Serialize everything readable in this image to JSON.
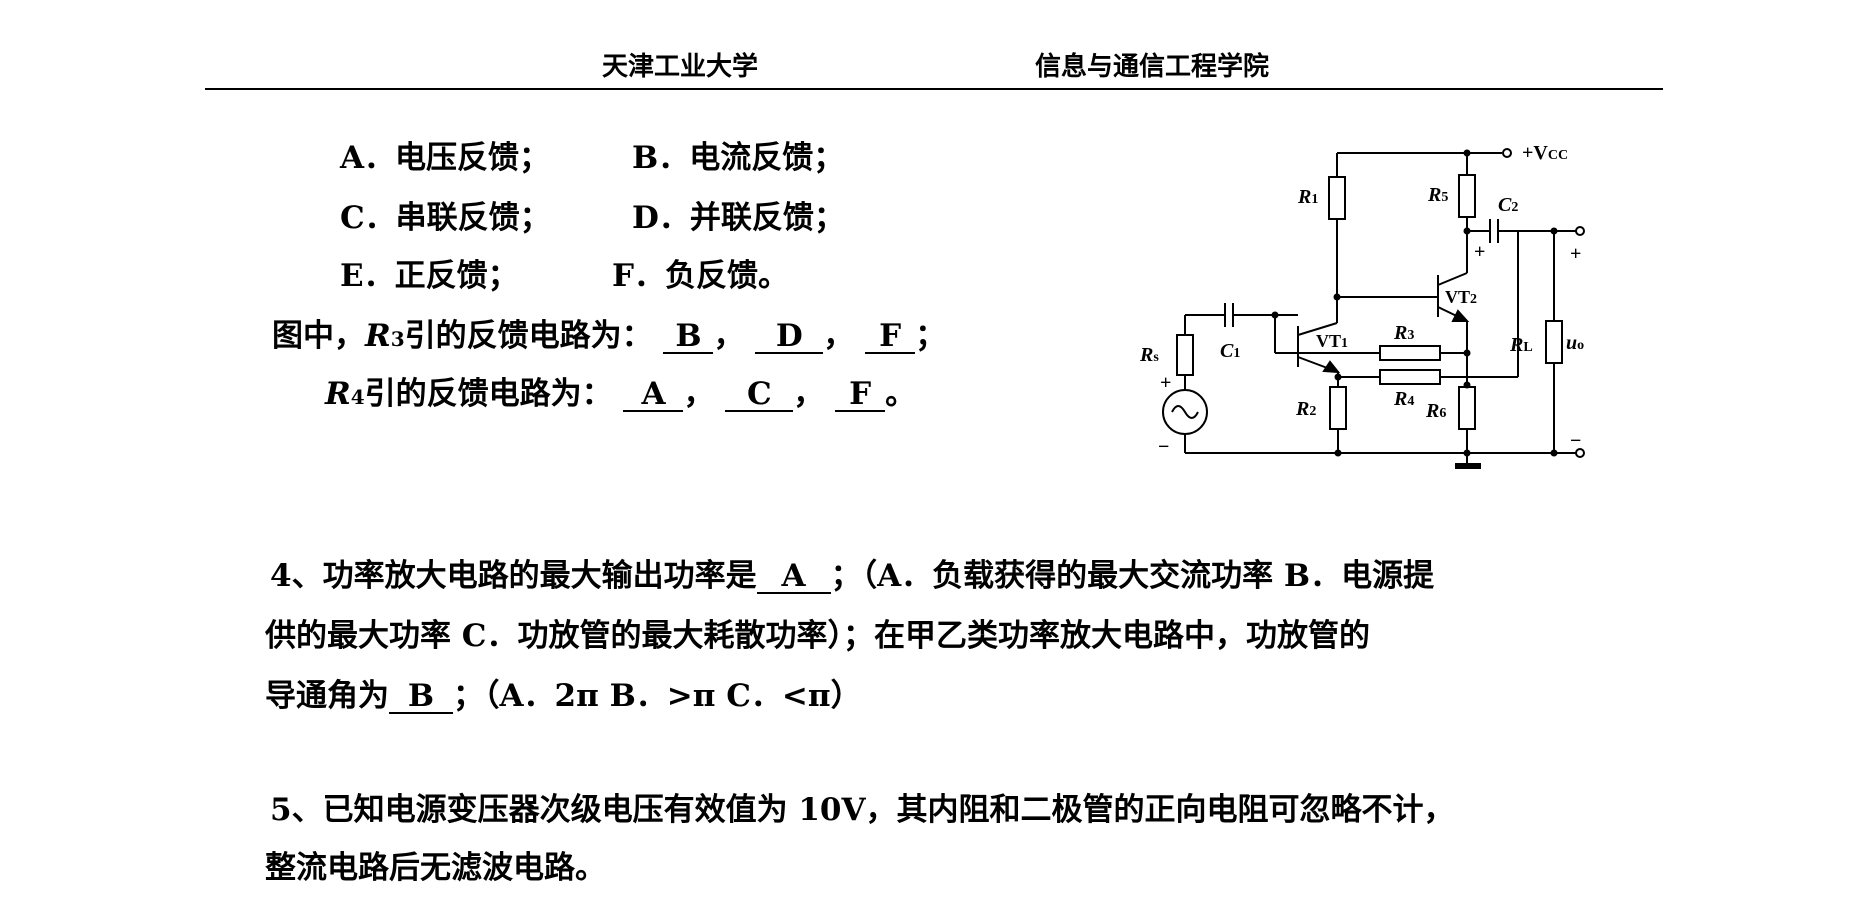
{
  "header": {
    "left": "天津工业大学",
    "right": "信息与通信工程学院"
  },
  "q3": {
    "options": [
      {
        "a": "A．电压反馈；",
        "b": "B．电流反馈；"
      },
      {
        "a": "C．串联反馈；",
        "b": "D．并联反馈；"
      },
      {
        "a": "E．正反馈；",
        "b": "F．负反馈。"
      }
    ],
    "r3_prefix": "图中，",
    "r3_var": "R",
    "r3_sub": "3",
    "r3_text": "引的反馈电路为：",
    "r3_answers": [
      "B",
      "D",
      "F"
    ],
    "r4_var": "R",
    "r4_sub": "4",
    "r4_text": "引的反馈电路为：",
    "r4_answers": [
      "A",
      "C",
      "F"
    ],
    "comma": "，",
    "semicolon": "；",
    "period": "。"
  },
  "q4": {
    "l1_pre": "4、功率放大电路的最大输出功率是",
    "l1_ans": "A",
    "l1_post": "；（A．负载获得的最大交流功率 B．电源提",
    "l2": "供的最大功率 C．功放管的最大耗散功率）；在甲乙类功率放大电路中，功放管的",
    "l3_pre": "导通角为",
    "l3_ans": "B",
    "l3_post": "；（A．2π   B．>π   C．<π）"
  },
  "q5": {
    "l1": "5、已知电源变压器次级电压有效值为 10V，其内阻和二极管的正向电阻可忽略不计，",
    "l2": "整流电路后无滤波电路。"
  },
  "circuit": {
    "vcc": "+V",
    "vcc_sub": "CC",
    "r1": "R",
    "r1_sub": "1",
    "r2": "R",
    "r2_sub": "2",
    "r3": "R",
    "r3_sub": "3",
    "r4": "R",
    "r4_sub": "4",
    "r5": "R",
    "r5_sub": "5",
    "r6": "R",
    "r6_sub": "6",
    "rs": "R",
    "rs_sub": "s",
    "rl": "R",
    "rl_sub": "L",
    "c1": "C",
    "c1_sub": "1",
    "c2": "C",
    "c2_sub": "2",
    "vt1": "VT",
    "vt1_sub": "1",
    "vt2": "VT",
    "vt2_sub": "2",
    "uo": "u",
    "uo_sub": "o",
    "plus": "+",
    "minus": "−"
  }
}
